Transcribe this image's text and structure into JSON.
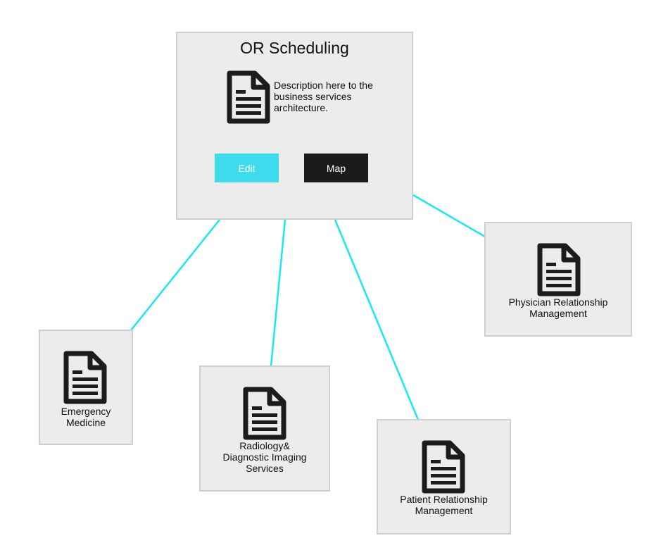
{
  "colors": {
    "connector": "#18e8f0",
    "card_bg": "#ececec",
    "card_border": "#cfcfcf",
    "edit_button": "#3ddcec",
    "map_button": "#1b1b1b"
  },
  "main": {
    "title": "OR Scheduling",
    "description": "Description here to the business services architecture.",
    "icon": "document-icon",
    "edit_label": "Edit",
    "map_label": "Map"
  },
  "children": [
    {
      "id": "emergency",
      "lines": [
        "Emergency",
        "Medicine"
      ],
      "icon": "document-icon"
    },
    {
      "id": "radiology",
      "lines": [
        "Radiology&",
        "Diagnostic Imaging",
        "Services"
      ],
      "icon": "document-icon"
    },
    {
      "id": "patient",
      "lines": [
        "Patient Relationship",
        "Management"
      ],
      "icon": "document-icon"
    },
    {
      "id": "physician",
      "lines": [
        "Physician Relationship",
        "Management"
      ],
      "icon": "document-icon"
    }
  ]
}
